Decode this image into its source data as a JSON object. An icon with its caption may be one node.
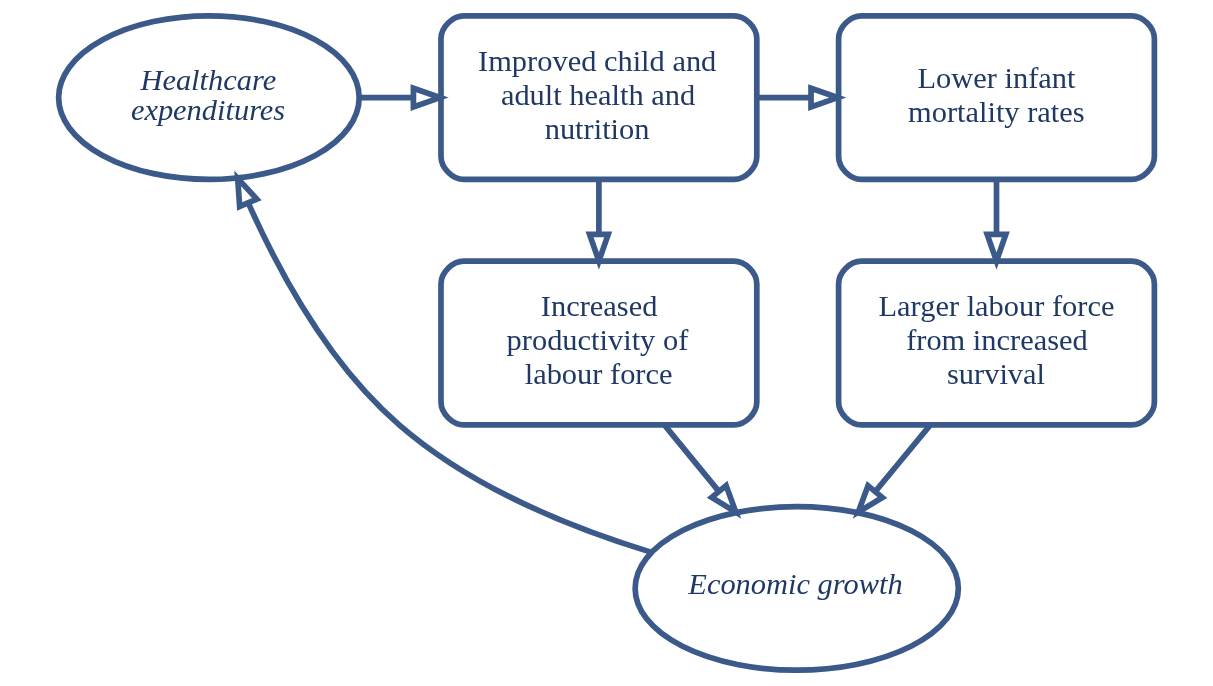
{
  "diagram": {
    "nodes": [
      {
        "text": [
          "Healthcare expenditures"
        ]
      },
      {
        "text": [
          "Improved child and adult health and nutrition"
        ]
      },
      {
        "text": [
          "Lower infant mortality rates"
        ]
      },
      {
        "text": [
          "Increased productivity of labour force"
        ]
      },
      {
        "text": [
          "Larger labour force from increased survival"
        ]
      },
      {
        "text": [
          "Economic growth"
        ]
      }
    ],
    "edges": [
      {
        "from": 0,
        "to": 1,
        "arrow": "to"
      },
      {
        "from": 1,
        "to": 2,
        "arrow": "to"
      },
      {
        "from": 1,
        "to": 3,
        "arrow": "to"
      },
      {
        "from": 2,
        "to": 4,
        "arrow": "to"
      },
      {
        "from": 3,
        "to": 5,
        "arrow": "to"
      },
      {
        "from": 4,
        "to": 5,
        "arrow": "to"
      },
      {
        "from": 5,
        "to": 0,
        "arrow": "to"
      }
    ]
  }
}
